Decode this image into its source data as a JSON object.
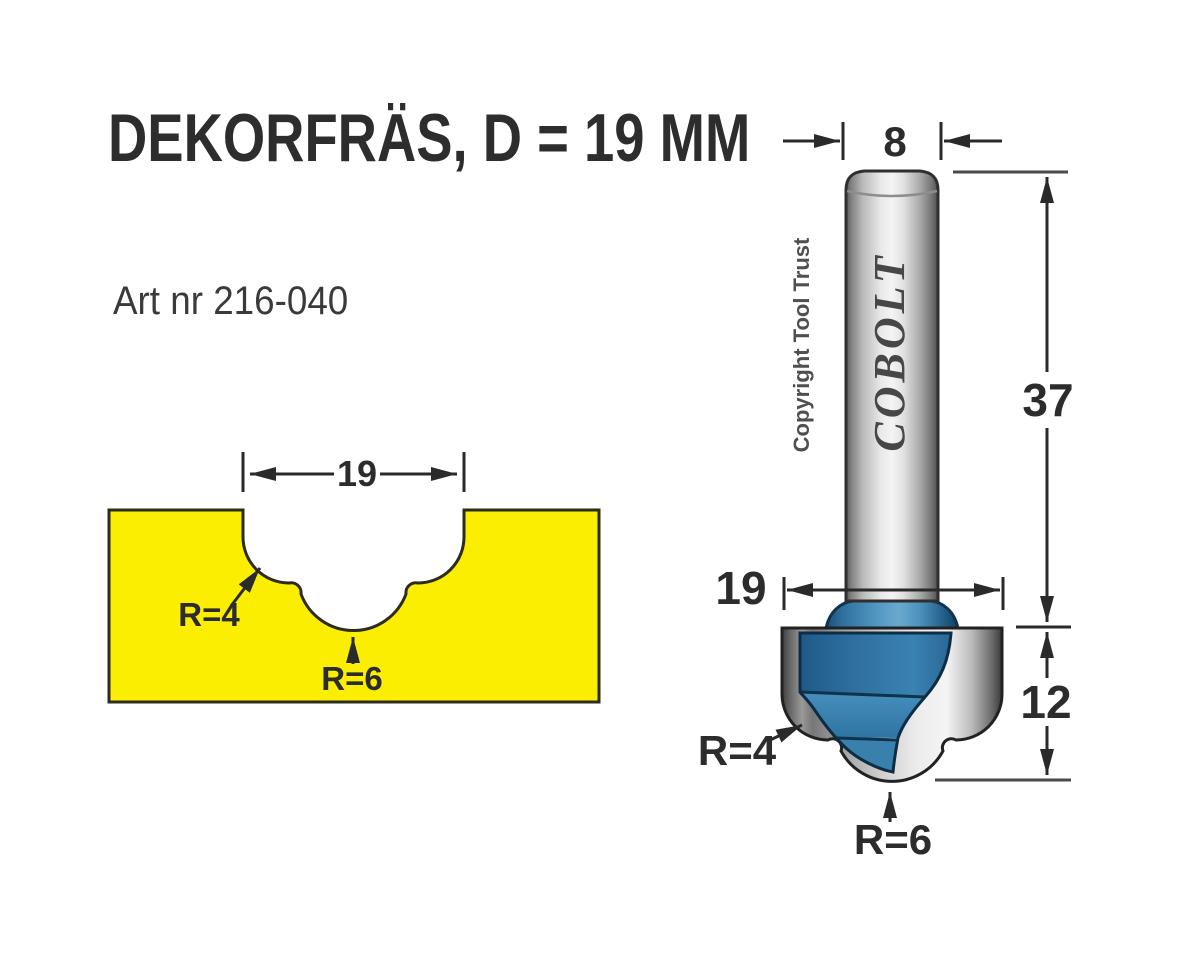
{
  "header": {
    "title": "DEKORFRÄS, D = 19 MM",
    "art_nr": "Art nr 216-040"
  },
  "profile": {
    "width_label": "19",
    "radius_small_label": "R=4",
    "radius_large_label": "R=6",
    "material_color": "#FBEE00",
    "outline_color": "#2B2B1E"
  },
  "bit": {
    "shank_diameter_label": "8",
    "shank_length_label": "37",
    "cutter_diameter_label": "19",
    "cutter_height_label": "12",
    "radius_small_label": "R=4",
    "radius_large_label": "R=6",
    "brand": "COBOLT",
    "copyright": "Copyright Tool Trust",
    "steel_light_color": "#F2F2F2",
    "steel_dark_color": "#4A4A4A",
    "cutter_blue_color": "#2E719F",
    "line_color": "#2A2A2A"
  }
}
